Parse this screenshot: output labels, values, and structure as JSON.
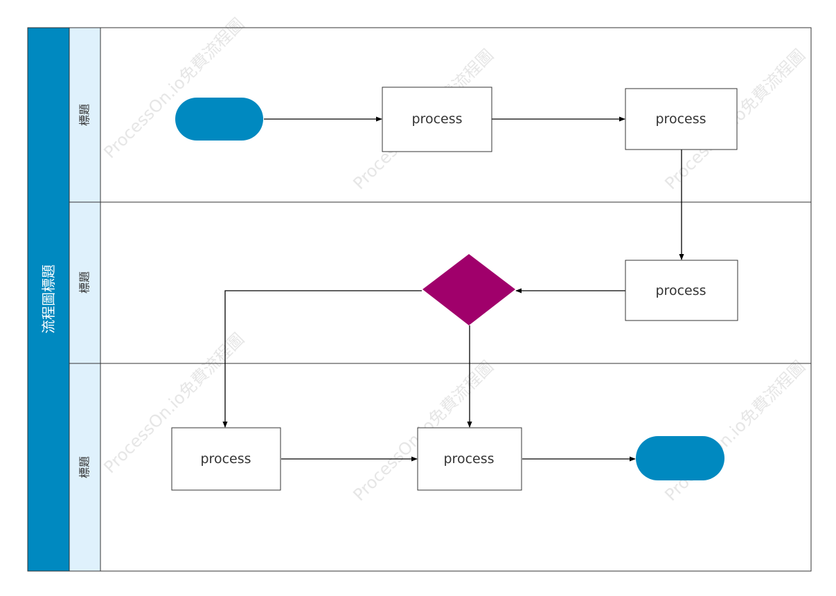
{
  "pool": {
    "title": "流程圖標題",
    "header_color": "#0089c0",
    "lane_header_color": "#dff1fc"
  },
  "lanes": [
    {
      "label": "標題"
    },
    {
      "label": "標題"
    },
    {
      "label": "標題"
    }
  ],
  "nodes": {
    "start": {
      "type": "terminator",
      "text": "",
      "color": "#0089c0"
    },
    "p1": {
      "type": "process",
      "text": "process"
    },
    "p2": {
      "type": "process",
      "text": "process"
    },
    "p3": {
      "type": "process",
      "text": "process"
    },
    "decision": {
      "type": "decision",
      "text": "",
      "color": "#a0006b"
    },
    "p4": {
      "type": "process",
      "text": "process"
    },
    "p5": {
      "type": "process",
      "text": "process"
    },
    "end": {
      "type": "terminator",
      "text": "",
      "color": "#0089c0"
    }
  },
  "edges": [
    {
      "from": "start",
      "to": "p1"
    },
    {
      "from": "p1",
      "to": "p2"
    },
    {
      "from": "p2",
      "to": "p3"
    },
    {
      "from": "p3",
      "to": "decision"
    },
    {
      "from": "decision",
      "to": "p4"
    },
    {
      "from": "decision",
      "to": "p5"
    },
    {
      "from": "p4",
      "to": "p5"
    },
    {
      "from": "p5",
      "to": "end"
    }
  ],
  "watermark": "ProcessOn.io免費流程圖"
}
